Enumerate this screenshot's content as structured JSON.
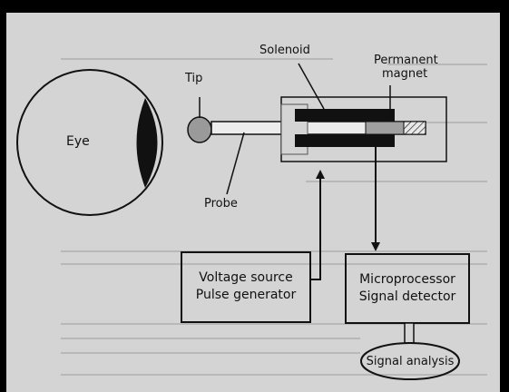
{
  "labels": {
    "eye": "Eye",
    "tip": "Tip",
    "probe": "Probe",
    "solenoid": "Solenoid",
    "magnet_line1": "Permanent",
    "magnet_line2": "magnet"
  },
  "boxes": {
    "voltage": {
      "line1": "Voltage source",
      "line2": "Pulse generator"
    },
    "micro": {
      "line1": "Microprocessor",
      "line2": "Signal detector"
    },
    "analysis": "Signal analysis"
  },
  "colors": {
    "panel": "#d4d4d4",
    "frame": "#000000",
    "ink": "#111111",
    "tip_fill": "#9a9a9a",
    "magnet_fill": "#a0a0a0"
  }
}
